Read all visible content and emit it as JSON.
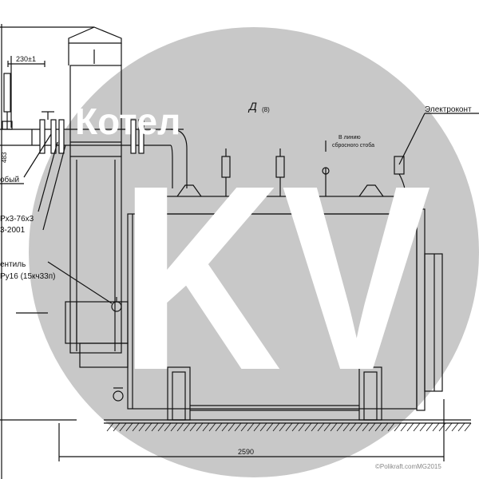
{
  "watermark": {
    "title": "Котел",
    "letters": "KV",
    "circle_color": "#c8c8c8",
    "text_color": "#ffffff"
  },
  "labels": {
    "top_dim": "230±1",
    "view_marker": "Д",
    "view_scale": "(8)",
    "electrocontact": "Электроконт",
    "sight_note_1": "В линию",
    "sight_note_2": "сбросного стоба",
    "side_label_1": "обый",
    "side_label_2": "Рх3-76х3",
    "side_label_3": "3-2001",
    "valve_label_1": "ентиль",
    "valve_label_2": "Ру16 (15кч33п)",
    "left_dim": "483",
    "bottom_dim": "2590",
    "copyright": "©Polikraft.comMG2015"
  }
}
